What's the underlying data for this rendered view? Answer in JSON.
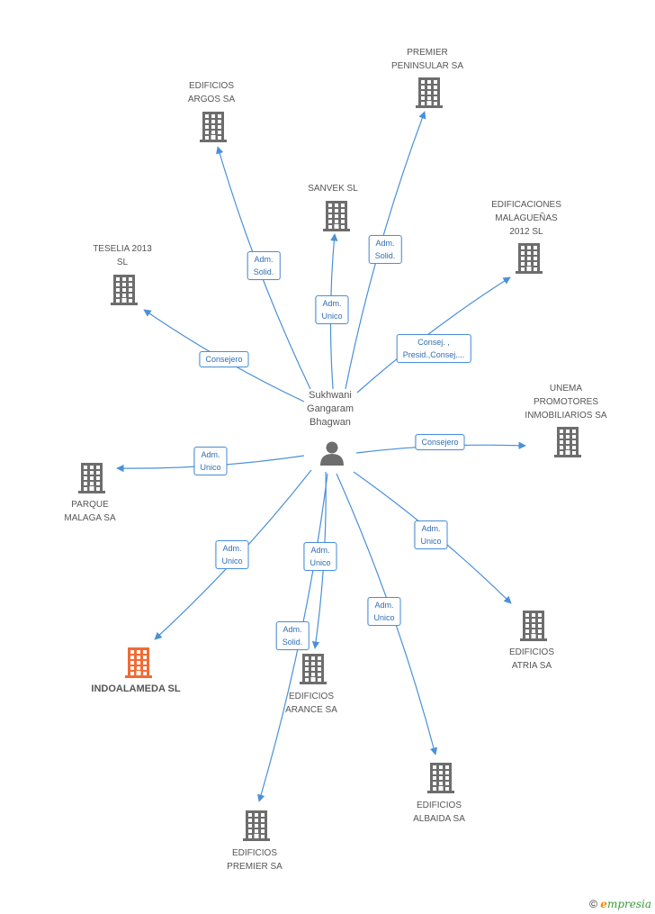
{
  "center": {
    "id": "person",
    "label": "Sukhwani\nGangaram\nBhagwan",
    "icon": "person-icon"
  },
  "colors": {
    "edge": "#4a90d9",
    "building": "#6d6d6d",
    "highlight": "#f26a35"
  },
  "nodes": [
    {
      "id": "premier-peninsular",
      "label": "PREMIER\nPENINSULAR SA",
      "icon": "building-icon"
    },
    {
      "id": "edificios-argos",
      "label": "EDIFICIOS\nARGOS SA",
      "icon": "building-icon"
    },
    {
      "id": "sanvek",
      "label": "SANVEK SL",
      "icon": "building-icon"
    },
    {
      "id": "edificaciones-malaguenas",
      "label": "EDIFICACIONES\nMALAGUEÑAS\n2012 SL",
      "icon": "building-icon"
    },
    {
      "id": "teselia",
      "label": "TESELIA 2013\nSL",
      "icon": "building-icon"
    },
    {
      "id": "unema",
      "label": "UNEMA\nPROMOTORES\nINMOBILIARIOS SA",
      "icon": "building-icon"
    },
    {
      "id": "parque-malaga",
      "label": "PARQUE\nMALAGA SA",
      "icon": "building-icon"
    },
    {
      "id": "indoalameda",
      "label": "INDOALAMEDA SL",
      "icon": "building-icon",
      "highlight": true
    },
    {
      "id": "edificios-arance",
      "label": "EDIFICIOS\nARANCE SA",
      "icon": "building-icon"
    },
    {
      "id": "edificios-atria",
      "label": "EDIFICIOS\nATRIA SA",
      "icon": "building-icon"
    },
    {
      "id": "edificios-albaida",
      "label": "EDIFICIOS\nALBAIDA SA",
      "icon": "building-icon"
    },
    {
      "id": "edificios-premier",
      "label": "EDIFICIOS\nPREMIER SA",
      "icon": "building-icon"
    }
  ],
  "edges": [
    {
      "to": "premier-peninsular",
      "label": "Adm.\nSolid."
    },
    {
      "to": "edificios-argos",
      "label": "Adm.\nSolid."
    },
    {
      "to": "sanvek",
      "label": "Adm.\nUnico"
    },
    {
      "to": "edificaciones-malaguenas",
      "label": "Consej. ,\nPresid.,Consej...."
    },
    {
      "to": "teselia",
      "label": "Consejero"
    },
    {
      "to": "unema",
      "label": "Consejero"
    },
    {
      "to": "parque-malaga",
      "label": "Adm.\nUnico"
    },
    {
      "to": "indoalameda",
      "label": "Adm.\nUnico"
    },
    {
      "to": "edificios-arance",
      "label": "Adm.\nUnico"
    },
    {
      "to": "edificios-atria",
      "label": "Adm.\nUnico"
    },
    {
      "to": "edificios-albaida",
      "label": "Adm.\nUnico"
    },
    {
      "to": "edificios-premier",
      "label": "Adm.\nSolid."
    }
  ],
  "watermark": {
    "copyright": "©",
    "brand_e": "e",
    "brand_rest": "mpresia"
  }
}
